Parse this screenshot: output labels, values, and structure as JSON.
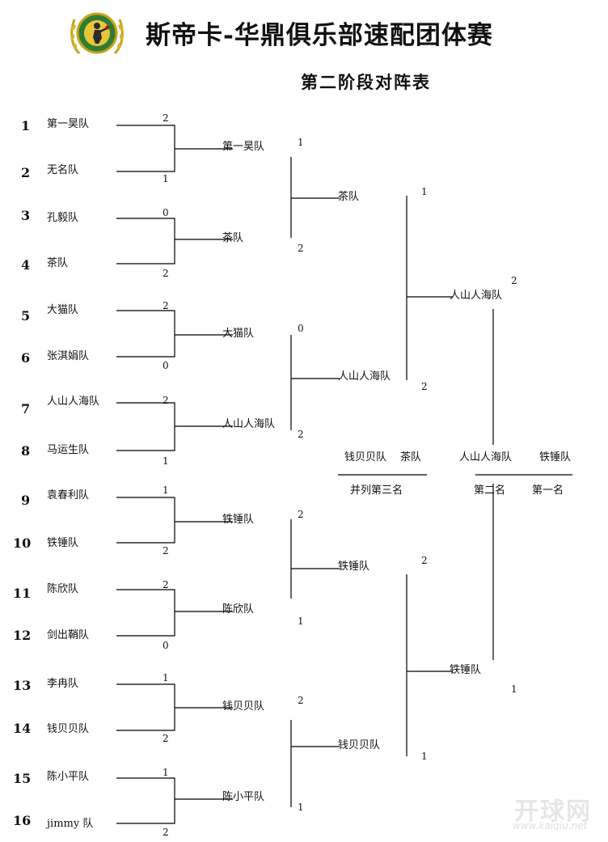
{
  "header": {
    "title": "斯帝卡-华鼎俱乐部速配团体赛",
    "subtitle": "第二阶段对阵表"
  },
  "seeds": [
    "1",
    "2",
    "3",
    "4",
    "5",
    "6",
    "7",
    "8",
    "9",
    "10",
    "11",
    "12",
    "13",
    "14",
    "15",
    "16"
  ],
  "round1": {
    "teams": [
      "第一昊队",
      "无名队",
      "孔毅队",
      "茶队",
      "大猫队",
      "张淇娟队",
      "人山人海队",
      "马运生队",
      "袁春利队",
      "铁锤队",
      "陈欣队",
      "剑出鞘队",
      "李冉队",
      "钱贝贝队",
      "陈小平队",
      "jimmy 队"
    ],
    "scores": [
      "2",
      "1",
      "0",
      "2",
      "2",
      "0",
      "2",
      "1",
      "1",
      "2",
      "2",
      "0",
      "1",
      "2",
      "1",
      "2"
    ]
  },
  "round2": {
    "teams": [
      "第一昊队",
      "茶队",
      "大猫队",
      "人山人海队",
      "铁锤队",
      "陈欣队",
      "钱贝贝队",
      "陈小平队"
    ],
    "scores": [
      "1",
      "2",
      "0",
      "2",
      "2",
      "1",
      "2",
      "1"
    ]
  },
  "round3": {
    "teams": [
      "茶队",
      "人山人海队",
      "铁锤队",
      "钱贝贝队"
    ],
    "scores": [
      "1",
      "2",
      "2",
      "1"
    ]
  },
  "round4": {
    "teams": [
      "人山人海队",
      "铁锤队"
    ],
    "scores": [
      "2",
      "1"
    ]
  },
  "results": {
    "third_teams": [
      "钱贝贝队",
      "茶队"
    ],
    "third_label": "并列第三名",
    "second_team": "人山人海队",
    "second_label": "第二名",
    "first_team": "铁锤队",
    "first_label": "第一名"
  },
  "watermark": {
    "main": "开球网",
    "url": "www.kaiqiu.net"
  }
}
